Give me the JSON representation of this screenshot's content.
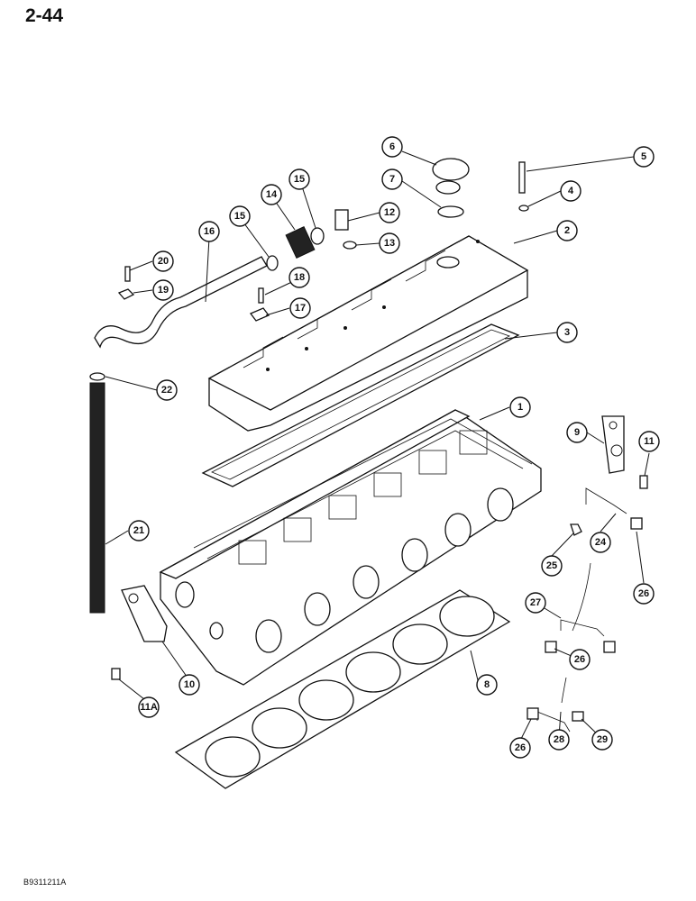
{
  "page_number": "2-44",
  "figure_code": "B9311211A",
  "callouts": [
    "1",
    "2",
    "3",
    "4",
    "5",
    "6",
    "7",
    "8",
    "9",
    "10",
    "11",
    "11A",
    "12",
    "13",
    "14",
    "15",
    "15",
    "16",
    "17",
    "18",
    "19",
    "20",
    "21",
    "22",
    "24",
    "25",
    "26",
    "26",
    "26",
    "27",
    "28",
    "29"
  ]
}
